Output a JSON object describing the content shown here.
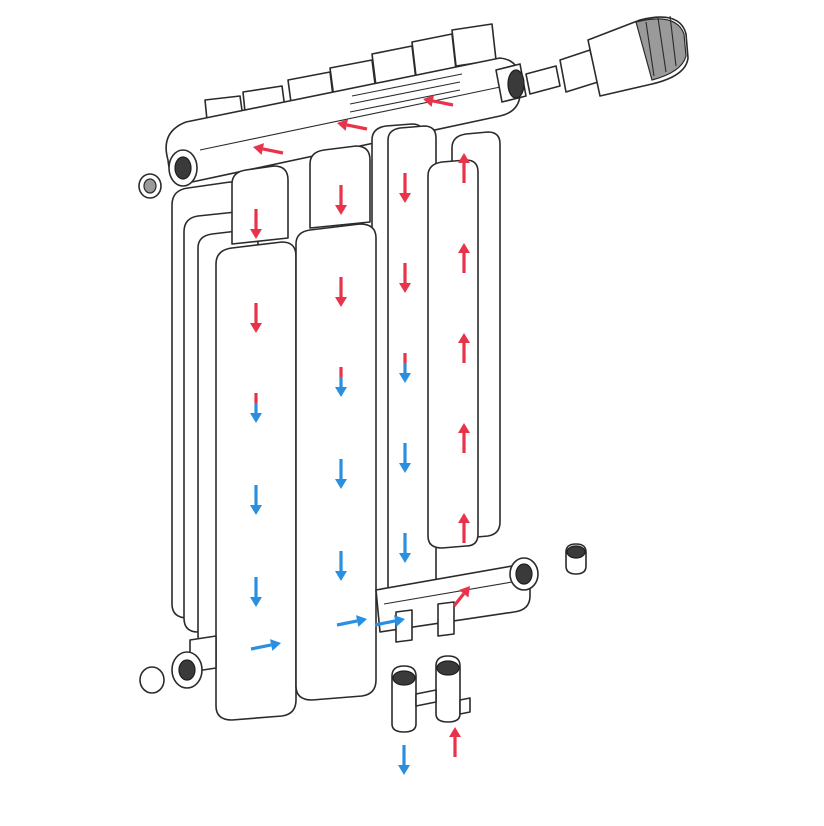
{
  "colors": {
    "hot_flow": "#e8334a",
    "cold_flow": "#2b8fe0",
    "outline": "#2b2b2b",
    "background": "#ffffff"
  },
  "diagram": {
    "subject": "radiator-flow-diagram",
    "flow_legend": [
      {
        "key": "hot",
        "color": "#e8334a"
      },
      {
        "key": "cold",
        "color": "#2b8fe0"
      }
    ]
  }
}
